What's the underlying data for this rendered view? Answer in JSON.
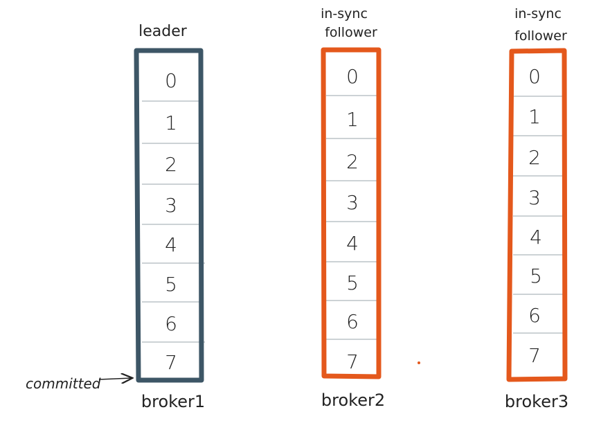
{
  "brokers": [
    {
      "name": "broker1",
      "role_lines": [
        "leader"
      ],
      "color": "#3d5666",
      "offsets": [
        "0",
        "1",
        "2",
        "3",
        "4",
        "5",
        "6",
        "7"
      ]
    },
    {
      "name": "broker2",
      "role_lines": [
        "in-sync",
        "follower"
      ],
      "color": "#e4581c",
      "offsets": [
        "0",
        "1",
        "2",
        "3",
        "4",
        "5",
        "6",
        "7"
      ]
    },
    {
      "name": "broker3",
      "role_lines": [
        "in-sync",
        "follower"
      ],
      "color": "#e4581c",
      "offsets": [
        "0",
        "1",
        "2",
        "3",
        "4",
        "5",
        "6",
        "7"
      ]
    }
  ],
  "committed": {
    "label": "committed",
    "arrow_to_broker": 0,
    "arrow_to_offset": "7"
  },
  "colors": {
    "text": "#222222",
    "divider": "#9aa5ab",
    "leader": "#3d5666",
    "follower": "#e4581c"
  }
}
